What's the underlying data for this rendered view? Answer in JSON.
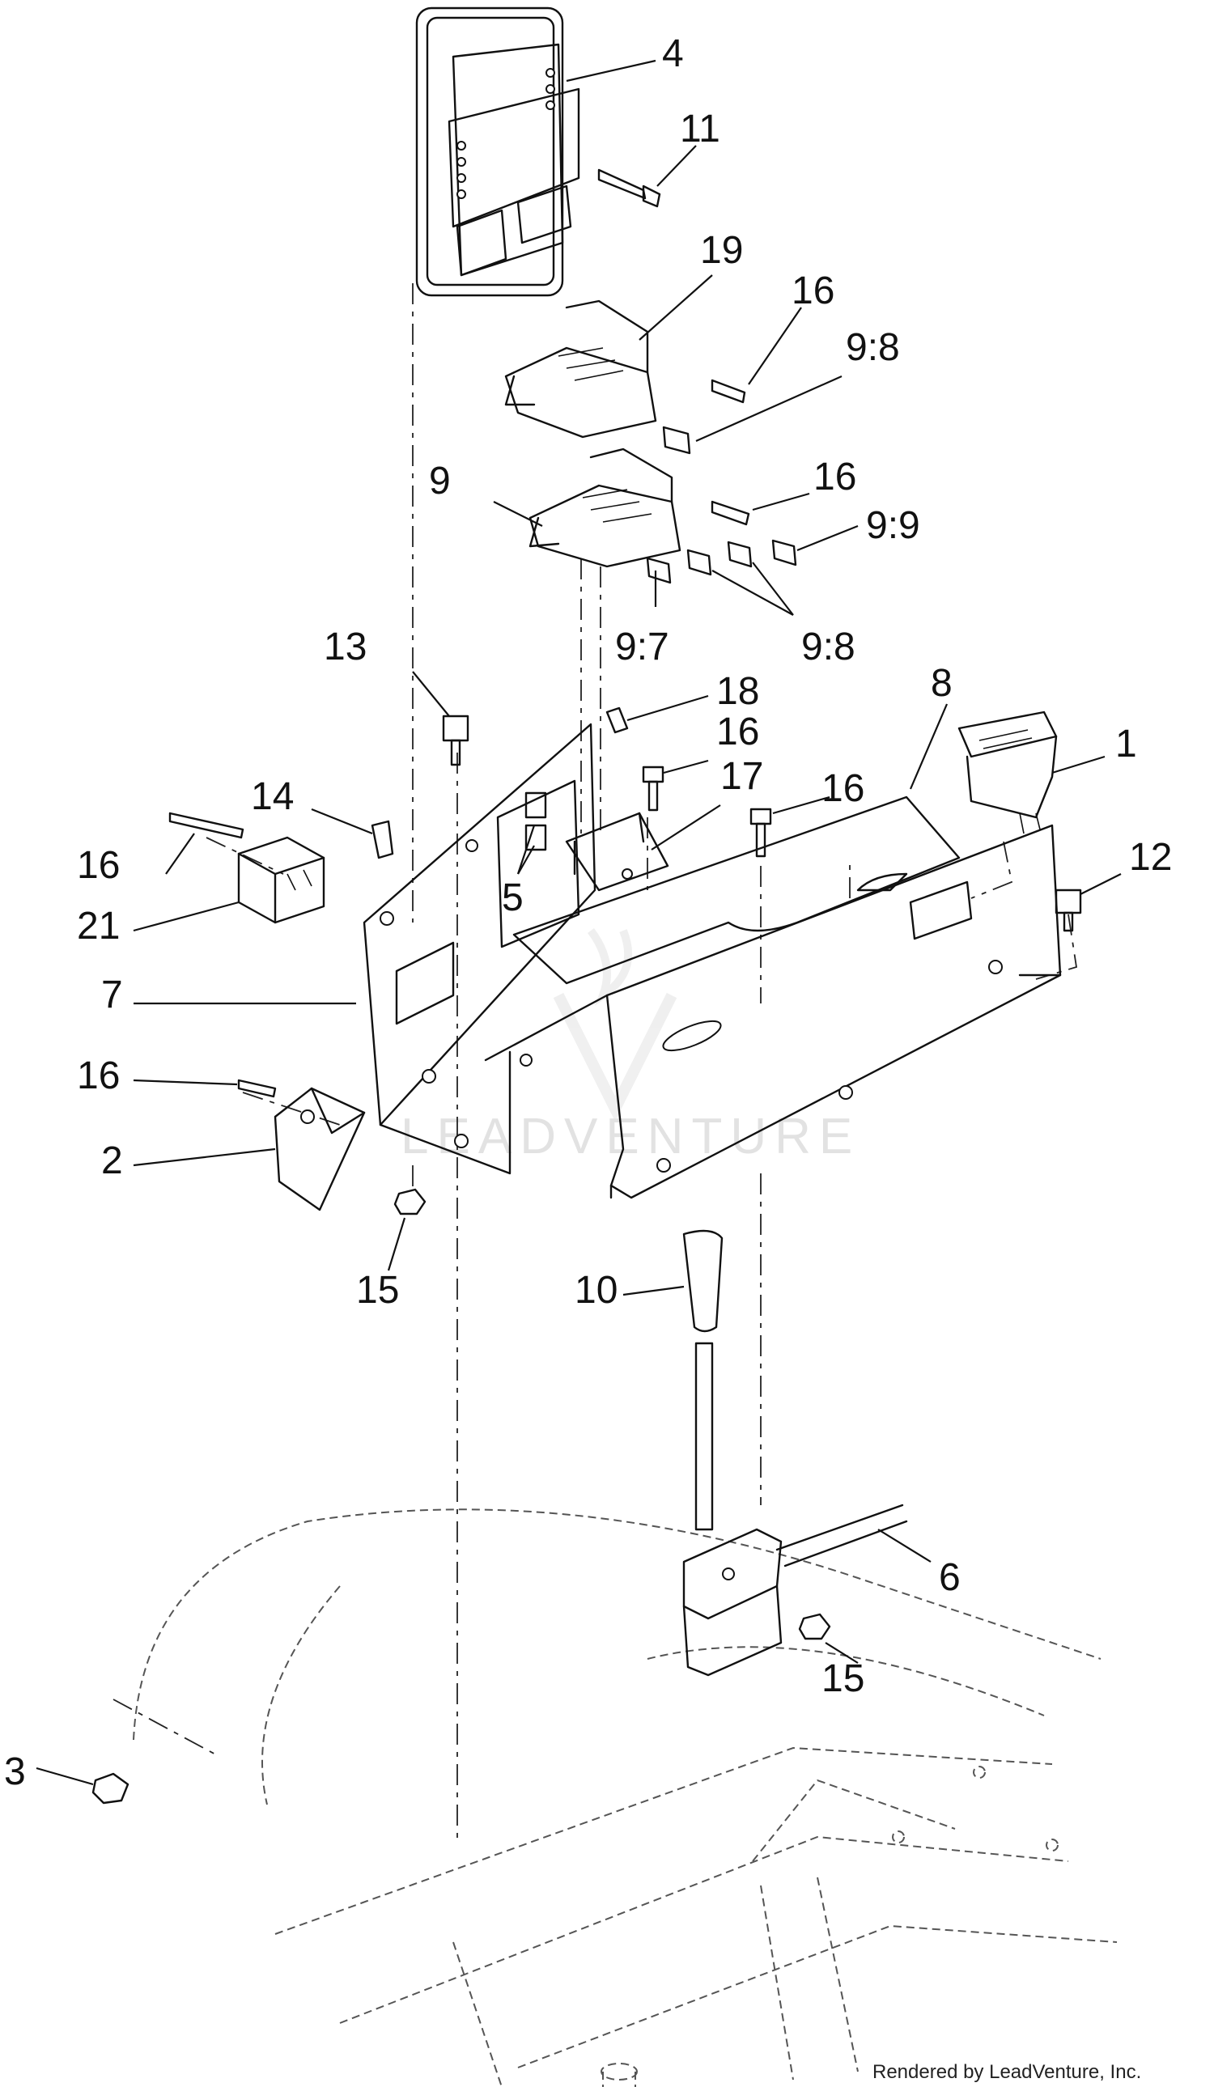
{
  "callouts": {
    "c4": "4",
    "c11": "11",
    "c19": "19",
    "c16a": "16",
    "c98a": "9:8",
    "c9": "9",
    "c16b": "16",
    "c99": "9:9",
    "c97": "9:7",
    "c98b": "9:8",
    "c13": "13",
    "c18": "18",
    "c8": "8",
    "c16c": "16",
    "c1": "1",
    "c17": "17",
    "c16d": "16",
    "c14": "14",
    "c16e": "16",
    "c12": "12",
    "c5": "5",
    "c21": "21",
    "c7": "7",
    "c16f": "16",
    "c2": "2",
    "c15a": "15",
    "c10": "10",
    "c6": "6",
    "c15b": "15",
    "c3": "3"
  },
  "watermark": "LEADVENTURE",
  "credit": "Rendered by LeadVenture, Inc."
}
